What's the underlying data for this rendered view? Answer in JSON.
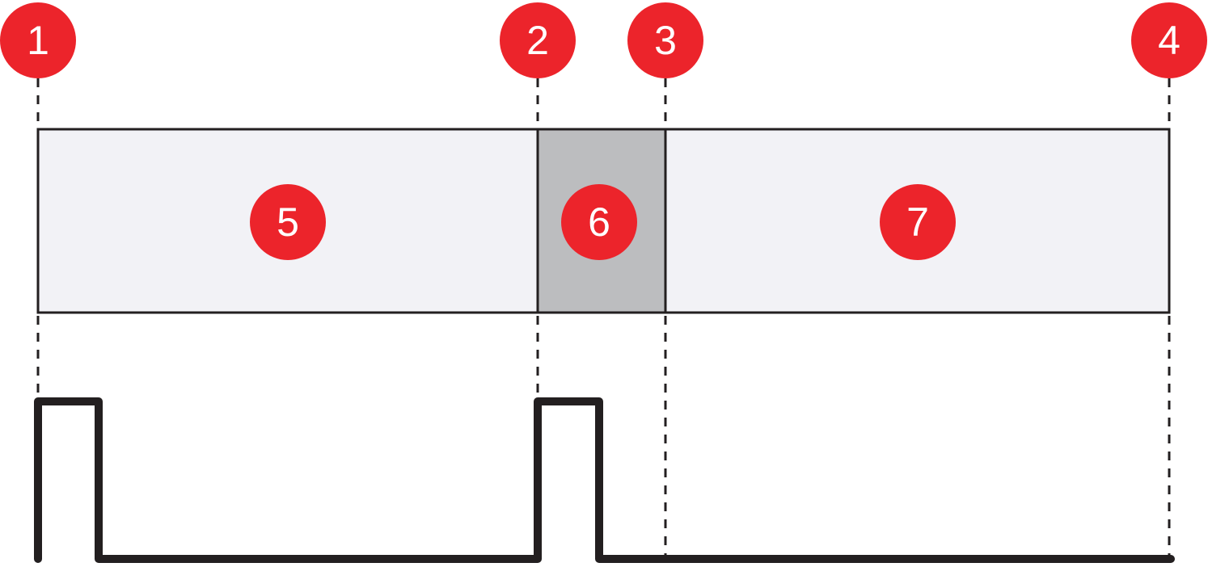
{
  "colors": {
    "badge": "#ec242b",
    "badge_text": "#ffffff",
    "segment_light": "#f2f2f6",
    "segment_dark": "#bcbdbf",
    "line": "#231f20"
  },
  "markers": [
    {
      "label": "1"
    },
    {
      "label": "2"
    },
    {
      "label": "3"
    },
    {
      "label": "4"
    }
  ],
  "segments": [
    {
      "label": "5",
      "shade": "light"
    },
    {
      "label": "6",
      "shade": "dark"
    },
    {
      "label": "7",
      "shade": "light"
    }
  ]
}
